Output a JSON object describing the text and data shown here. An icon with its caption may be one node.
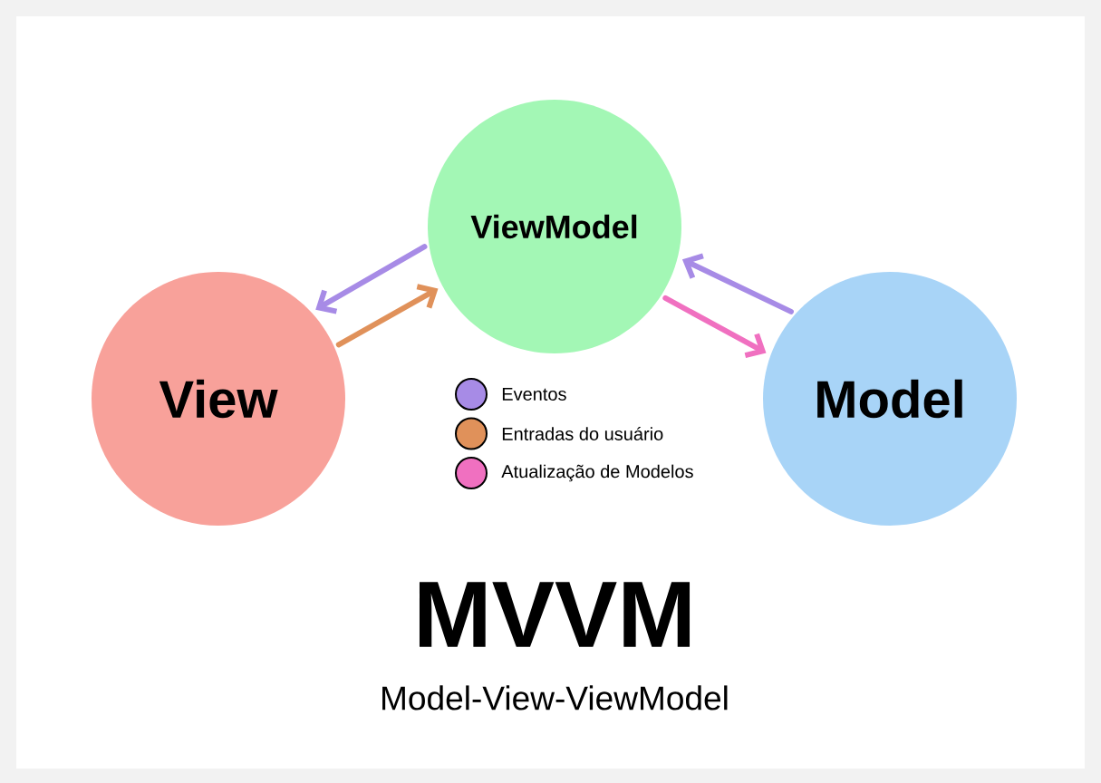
{
  "diagram": {
    "title": "MVVM",
    "caption": "Model-View-ViewModel",
    "nodes": [
      {
        "text": [
          "ViewModel"
        ]
      },
      {
        "text": [
          "View"
        ]
      },
      {
        "text": [
          "Model"
        ]
      }
    ],
    "edges": [
      {
        "from": 0,
        "to": 1,
        "arrow": "to",
        "color": "#a78be6"
      },
      {
        "from": 1,
        "to": 0,
        "arrow": "to",
        "color": "#e0915a"
      },
      {
        "from": 2,
        "to": 0,
        "arrow": "to",
        "color": "#a78be6"
      },
      {
        "from": 0,
        "to": 2,
        "arrow": "to",
        "color": "#f070c0"
      }
    ],
    "legend": [
      {
        "text": "Eventos",
        "color": "#a78be6"
      },
      {
        "text": "Entradas do usuário",
        "color": "#e0915a"
      },
      {
        "text": "Atualização de Modelos",
        "color": "#f070c0"
      }
    ]
  }
}
